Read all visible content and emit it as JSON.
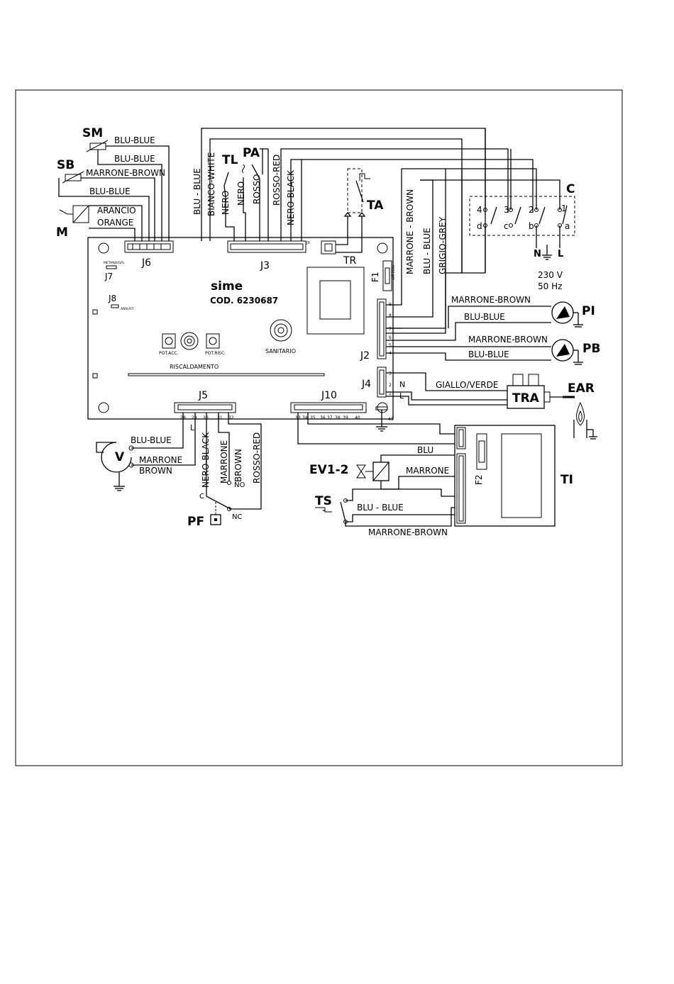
{
  "components": {
    "SM": "SM",
    "SB": "SB",
    "M": "M",
    "TL": "TL",
    "PA": "PA",
    "TA": "TA",
    "C": "C",
    "PI": "PI",
    "PB": "PB",
    "EAR": "EAR",
    "TRA": "TRA",
    "TI": "TI",
    "F2": "F2",
    "EV": "EV1-2",
    "TS": "TS",
    "PF": "PF",
    "V": "V",
    "TR": "TR",
    "F1": "F1"
  },
  "connectors": {
    "J6": "J6",
    "J3": "J3",
    "J7": "J7",
    "J8": "J8",
    "J5": "J5",
    "J10": "J10",
    "J2": "J2",
    "J4": "J4",
    "J9": "J9"
  },
  "board": {
    "brand": "sime",
    "code": "COD. 6230687",
    "pot_acc": "POT.ACC.",
    "pot_risc": "POT.RISC.",
    "riscaldamento": "RISCALDAMENTO",
    "sanitario": "SANITARIO",
    "metano_gpl": "METANO/GPL",
    "anti_lit": "ANN.RIT."
  },
  "wires": {
    "sm1": "BLU-BLUE",
    "sm2": "BLU-BLUE",
    "sb1": "MARRONE-BROWN",
    "sb2": "BLU-BLUE",
    "m1": "ARANCIO",
    "m2": "ORANGE",
    "j3_blu": "BLU - BLUE",
    "j3_bianco": "BIANCO-WHITE",
    "j3_nero1": "NERO",
    "j3_nero2": "NERO",
    "j3_rosso": "ROSSO",
    "j3_rossored": "ROSSO-RED",
    "j3_neroblack": "NERO-BLACK",
    "j2_marrone": "MARRONE - BROWN",
    "j2_blu": "BLU - BLUE",
    "j2_grigio": "GRIGIO-GREY",
    "pi_marrone": "MARRONE-BROWN",
    "pi_blu": "BLU-BLUE",
    "pb_marrone": "MARRONE-BROWN",
    "pb_blu": "BLU-BLUE",
    "giallo": "GIALLO/VERDE",
    "v_blu": "BLU-BLUE",
    "v_marrone1": "MARRONE",
    "v_marrone2": "BROWN",
    "pf_neroblack": "NERO-BLACK",
    "pf_marrone1": "MARRONE",
    "pf_marrone2": "BROWN",
    "pf_rosso": "ROSSO-RED",
    "ev_blu": "BLU",
    "ev_marrone": "MARRONE",
    "ts_blu": "BLU - BLUE",
    "ti_marrone": "MARRONE-BROWN"
  },
  "supply": {
    "voltage": "230 V",
    "freq": "50 Hz",
    "N": "N",
    "L": "L"
  },
  "switch_c": {
    "n4": "4",
    "n3": "3",
    "n2": "2",
    "n1": "1",
    "d": "d",
    "c": "c",
    "b": "b",
    "a": "a"
  },
  "pins": {
    "j5": [
      "28",
      "29",
      "30",
      "31",
      "32"
    ],
    "j10": [
      "33",
      "34",
      "35",
      "36",
      "37",
      "38",
      "39",
      "40"
    ],
    "j2": [
      "9",
      "8",
      "7",
      "6",
      "5",
      "4"
    ],
    "j4": [
      "3",
      "2",
      "1"
    ],
    "j4_N": "N",
    "j4_L": "L",
    "j5_L": "L",
    "pf_C": "C",
    "pf_NO": "NO",
    "pf_NC": "NC",
    "j10_41": "41",
    "f1_val": "4AT 250V"
  }
}
